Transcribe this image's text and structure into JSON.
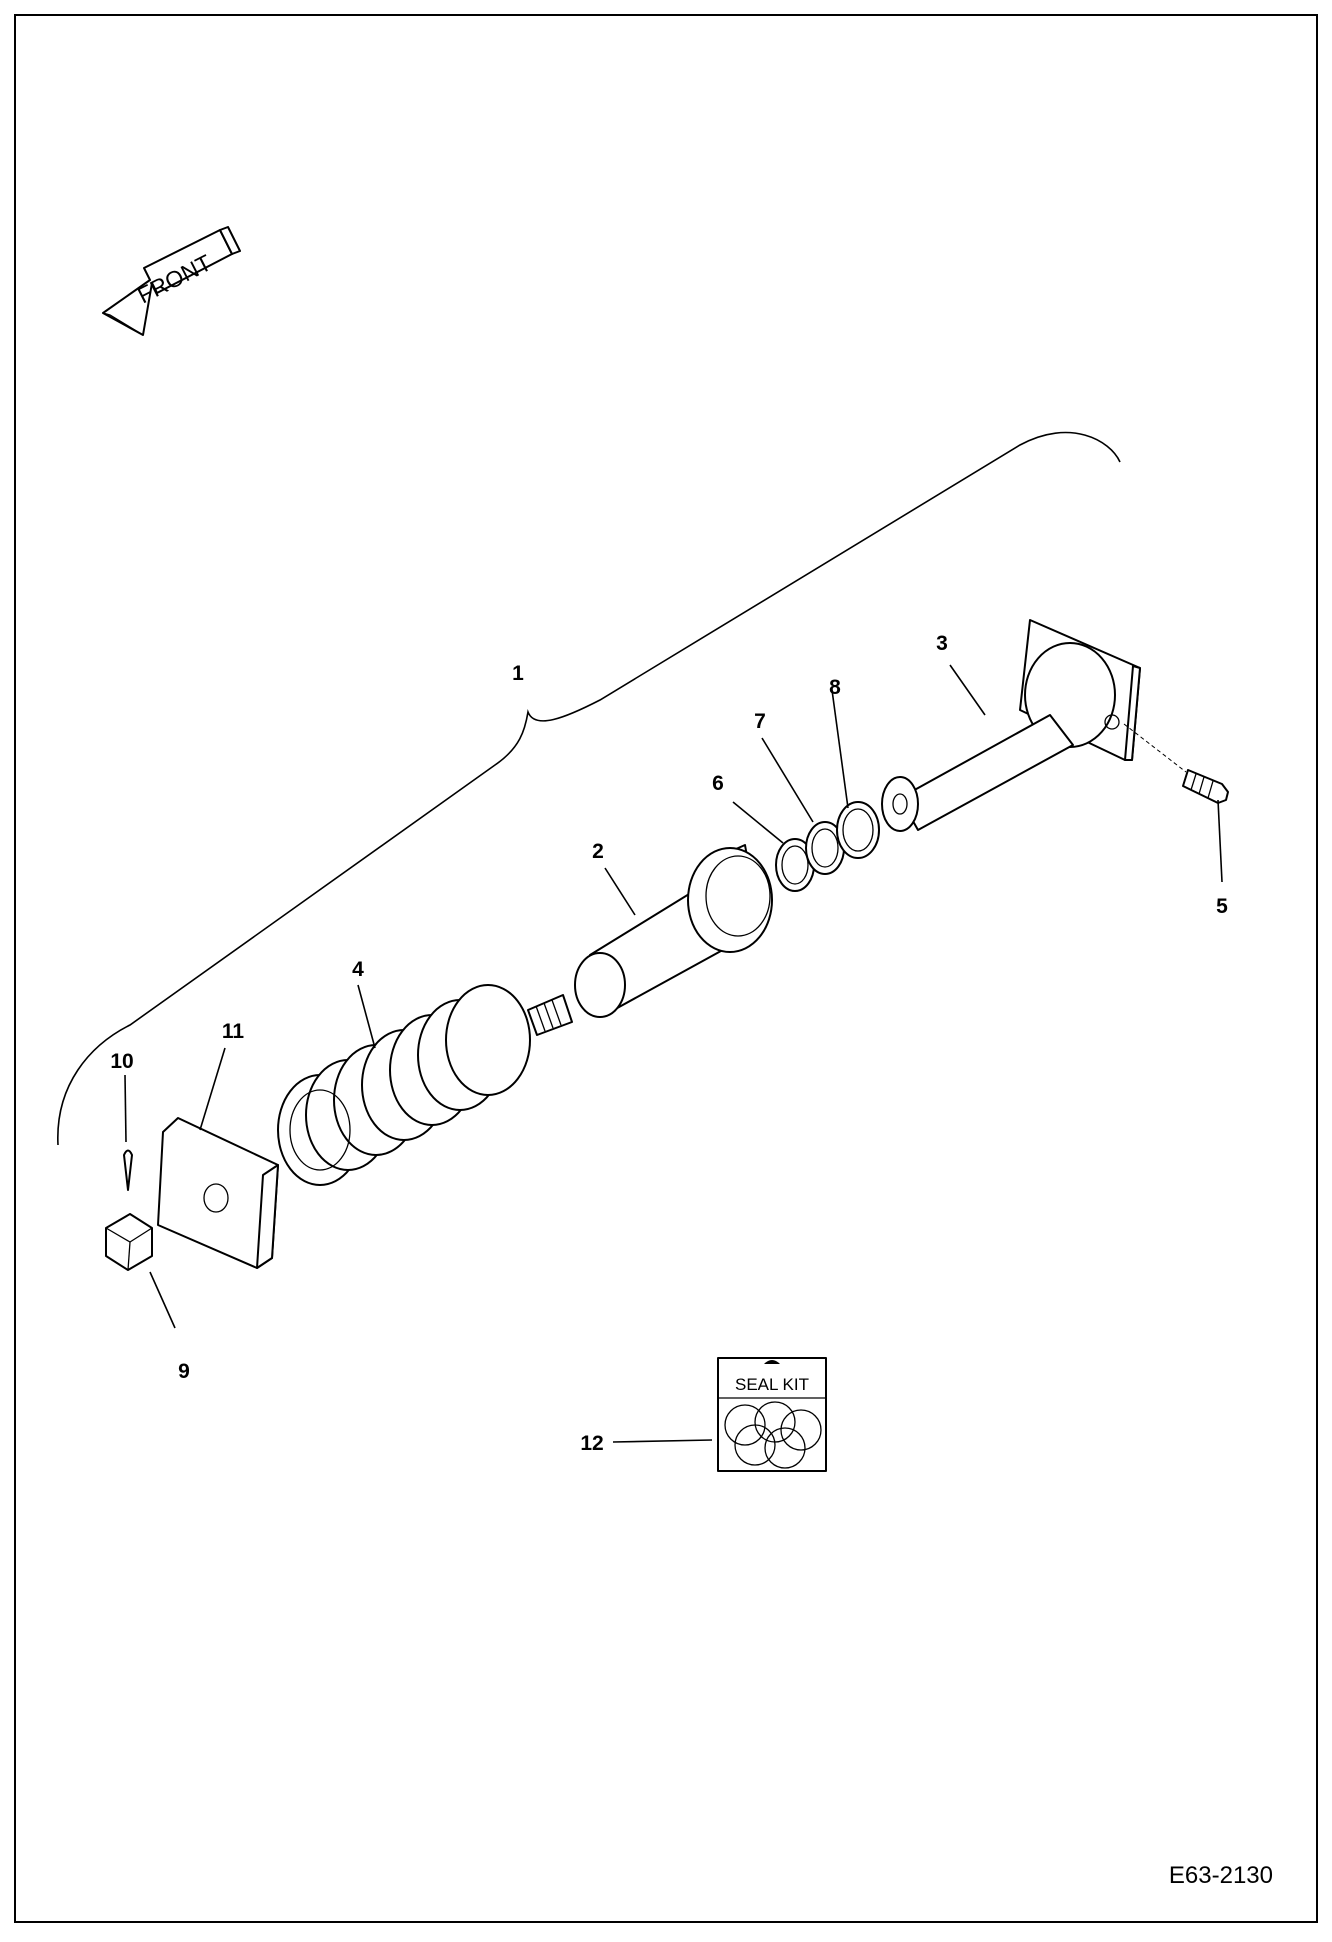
{
  "diagram_code": "E63-2130",
  "front_arrow_text": "FRONT",
  "seal_kit_text": "SEAL KIT",
  "callouts": {
    "c1": "1",
    "c2": "2",
    "c3": "3",
    "c4": "4",
    "c5": "5",
    "c6": "6",
    "c7": "7",
    "c8": "8",
    "c9": "9",
    "c10": "10",
    "c11": "11",
    "c12": "12"
  }
}
